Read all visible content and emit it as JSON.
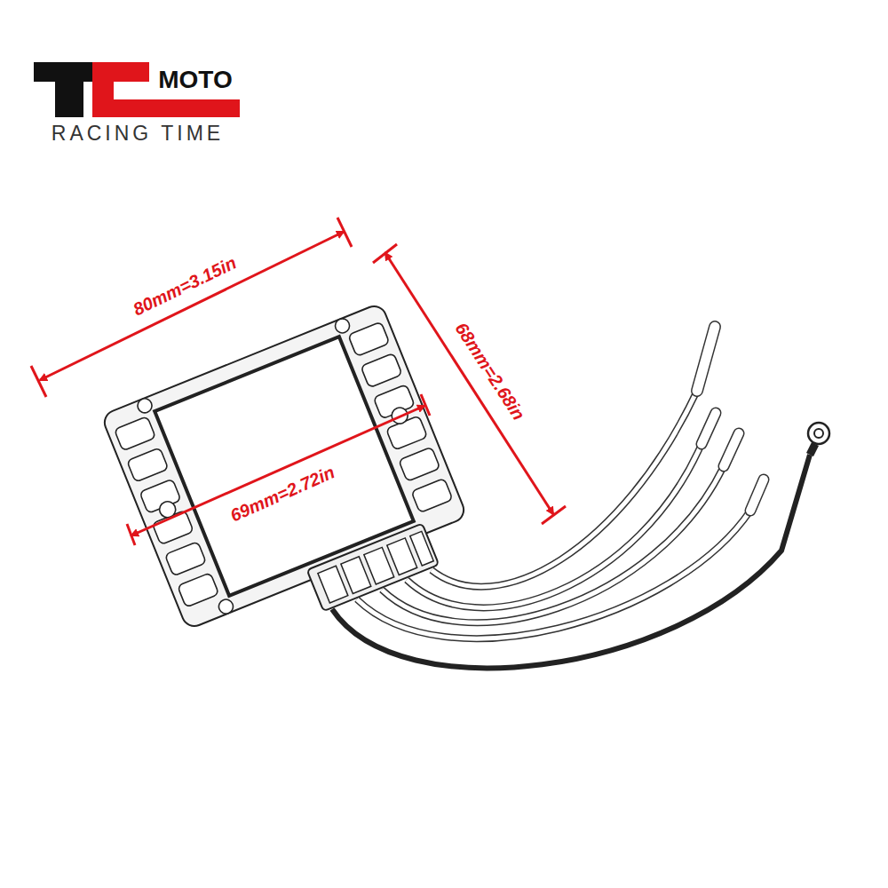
{
  "diagram": {
    "labels": [
      "MOTO",
      "RACING TIME",
      "80mm=3.15in",
      "68mm=2.68in",
      "69mm=2.72in"
    ]
  }
}
